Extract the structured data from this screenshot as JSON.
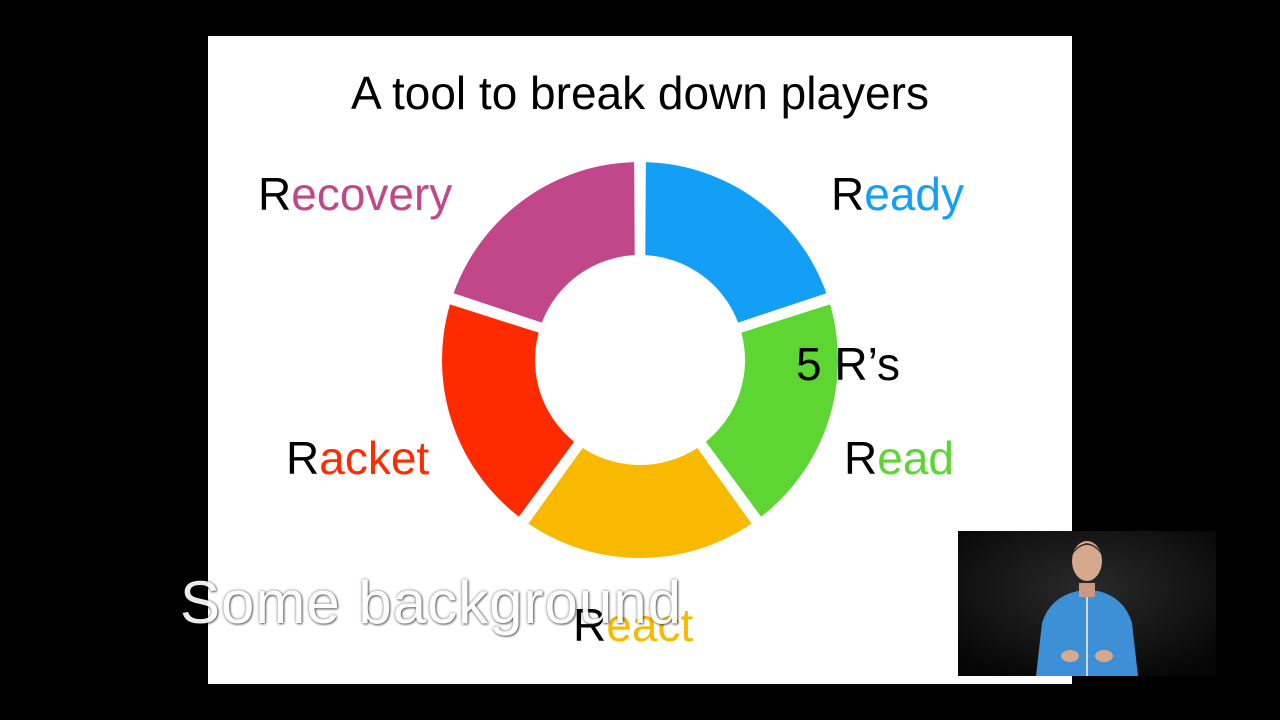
{
  "slide": {
    "title": "A tool to break down players",
    "center_text": "5 R’s",
    "segments": [
      {
        "first": "R",
        "rest": "eady",
        "color": "#129ff5"
      },
      {
        "first": "R",
        "rest": "ead",
        "color": "#5dd532"
      },
      {
        "first": "R",
        "rest": "eact",
        "color": "#f8b900"
      },
      {
        "first": "R",
        "rest": "acket",
        "color": "#fe2b00"
      },
      {
        "first": "R",
        "rest": "ecovery",
        "color": "#c1478a"
      }
    ]
  },
  "caption": "Some background",
  "presenter": {
    "jacket_color": "#3d8fd6"
  }
}
